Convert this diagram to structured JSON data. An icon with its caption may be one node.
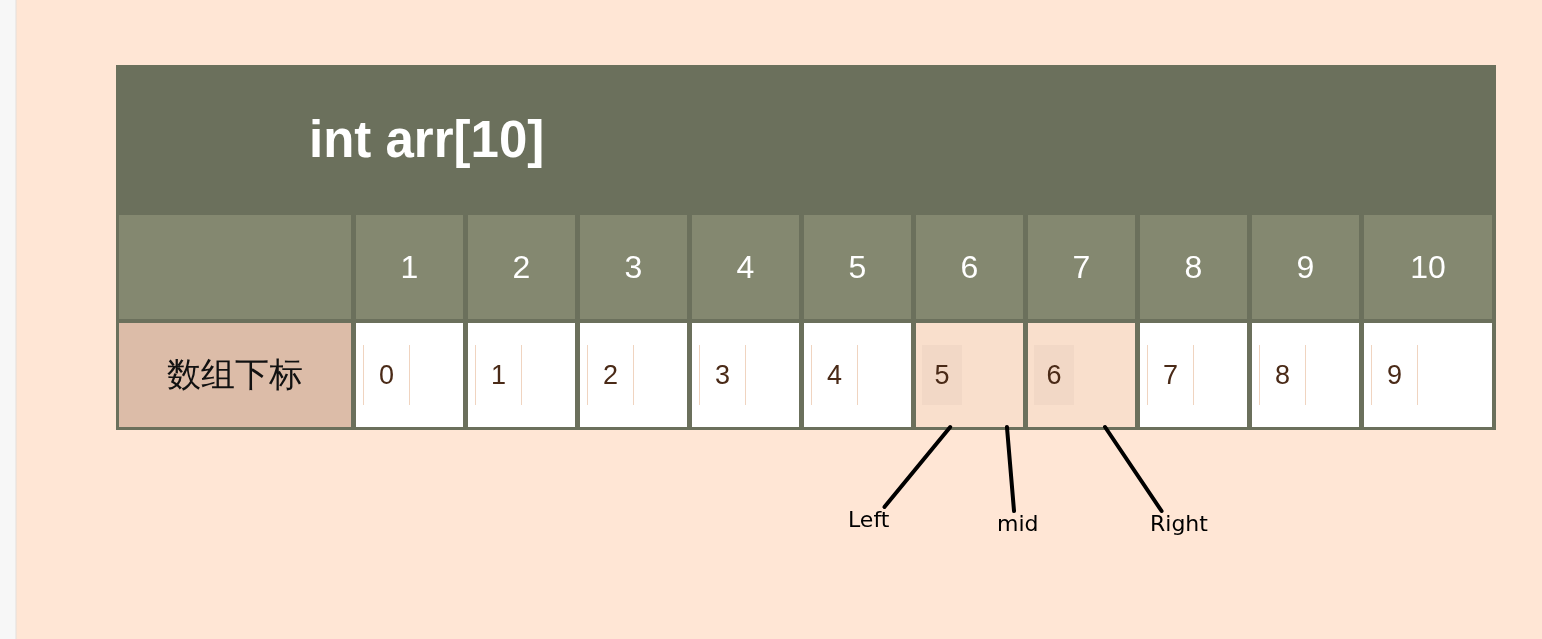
{
  "diagram": {
    "nodes": [
      {
        "text": [
          "int arr[10]"
        ]
      },
      {
        "text": [],
        "shape": "box",
        "in": 0
      },
      {
        "text": [
          "1"
        ],
        "in": 0
      },
      {
        "text": [
          "2"
        ],
        "in": 0
      },
      {
        "text": [
          "3"
        ],
        "in": 0
      },
      {
        "text": [
          "4"
        ],
        "in": 0
      },
      {
        "text": [
          "5"
        ],
        "in": 0
      },
      {
        "text": [
          "6"
        ],
        "in": 0
      },
      {
        "text": [
          "7"
        ],
        "in": 0
      },
      {
        "text": [
          "8"
        ],
        "in": 0
      },
      {
        "text": [
          "9"
        ],
        "in": 0
      },
      {
        "text": [
          "10"
        ],
        "in": 0
      },
      {
        "text": [
          "数组下标"
        ],
        "in": 0
      },
      {
        "text": [
          "0"
        ],
        "in": 0
      },
      {
        "text": [
          "1"
        ],
        "in": 0
      },
      {
        "text": [
          "2"
        ],
        "in": 0
      },
      {
        "text": [
          "3"
        ],
        "in": 0
      },
      {
        "text": [
          "4"
        ],
        "in": 0
      },
      {
        "text": [
          "5"
        ],
        "in": 0
      },
      {
        "text": [
          "6"
        ],
        "in": 0
      },
      {
        "text": [
          "7"
        ],
        "in": 0
      },
      {
        "text": [
          "8"
        ],
        "in": 0
      },
      {
        "text": [
          "9"
        ],
        "in": 0
      },
      {
        "text": [
          "Left"
        ]
      },
      {
        "text": [
          "mid"
        ]
      },
      {
        "text": [
          "Right"
        ]
      }
    ],
    "edges": [
      {
        "from": 23,
        "to": 18,
        "arrow": "none"
      },
      {
        "from": 24,
        "to": 18,
        "arrow": "none"
      },
      {
        "from": 25,
        "to": 19,
        "arrow": "none"
      }
    ]
  }
}
